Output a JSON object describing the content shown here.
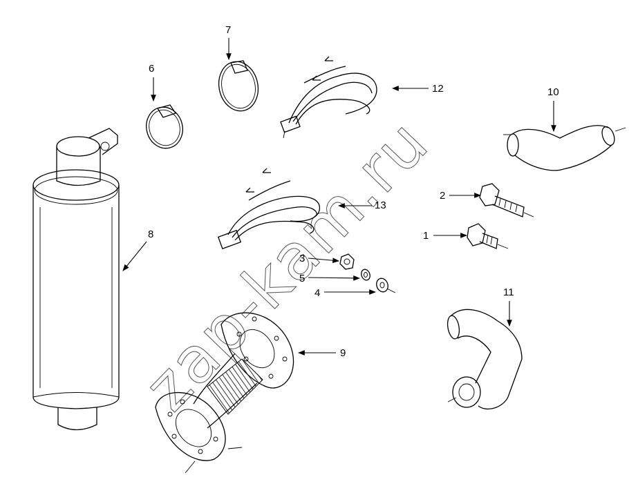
{
  "watermark": "zap-kam.ru",
  "callouts": {
    "c1": "1",
    "c2": "2",
    "c3": "3",
    "c4": "4",
    "c5": "5",
    "c6": "6",
    "c7": "7",
    "c8": "8",
    "c9": "9",
    "c10": "10",
    "c11": "11",
    "c12": "12",
    "c13": "13"
  },
  "colors": {
    "line": "#000000",
    "watermark": "#555555",
    "background": "#ffffff"
  }
}
